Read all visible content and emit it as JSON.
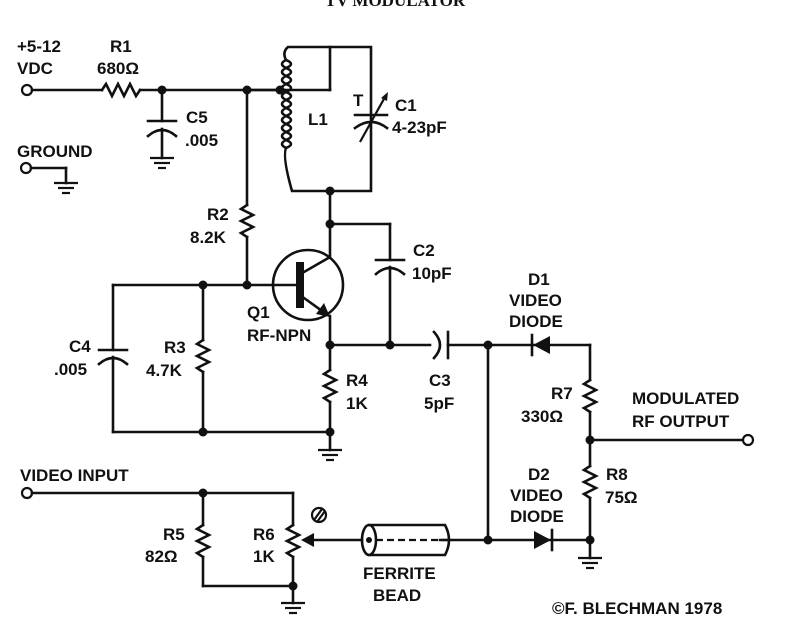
{
  "title": "TV MODULATOR",
  "copyright": "©F. BLECHMAN 1978",
  "terminals": {
    "supply": [
      "+5-12",
      "VDC"
    ],
    "ground": "GROUND",
    "video_input": "VIDEO INPUT",
    "rf_output": [
      "MODULATED",
      "RF OUTPUT"
    ]
  },
  "components": {
    "R1": {
      "ref": "R1",
      "value": "680Ω"
    },
    "R2": {
      "ref": "R2",
      "value": "8.2K"
    },
    "R3": {
      "ref": "R3",
      "value": "4.7K"
    },
    "R4": {
      "ref": "R4",
      "value": "1K"
    },
    "R5": {
      "ref": "R5",
      "value": "82Ω"
    },
    "R6": {
      "ref": "R6",
      "value": "1K"
    },
    "R7": {
      "ref": "R7",
      "value": "330Ω"
    },
    "R8": {
      "ref": "R8",
      "value": "75Ω"
    },
    "C1": {
      "ref": "C1",
      "value": "4-23pF",
      "mark": "T"
    },
    "C2": {
      "ref": "C2",
      "value": "10pF"
    },
    "C3": {
      "ref": "C3",
      "value": "5pF"
    },
    "C4": {
      "ref": "C4",
      "value": ".005"
    },
    "C5": {
      "ref": "C5",
      "value": ".005"
    },
    "L1": {
      "ref": "L1"
    },
    "Q1": {
      "ref": "Q1",
      "value": "RF-NPN"
    },
    "D1": {
      "ref": "D1",
      "line1": "VIDEO",
      "line2": "DIODE"
    },
    "D2": {
      "ref": "D2",
      "line1": "VIDEO",
      "line2": "DIODE"
    },
    "bead": {
      "line1": "FERRITE",
      "line2": "BEAD"
    }
  }
}
